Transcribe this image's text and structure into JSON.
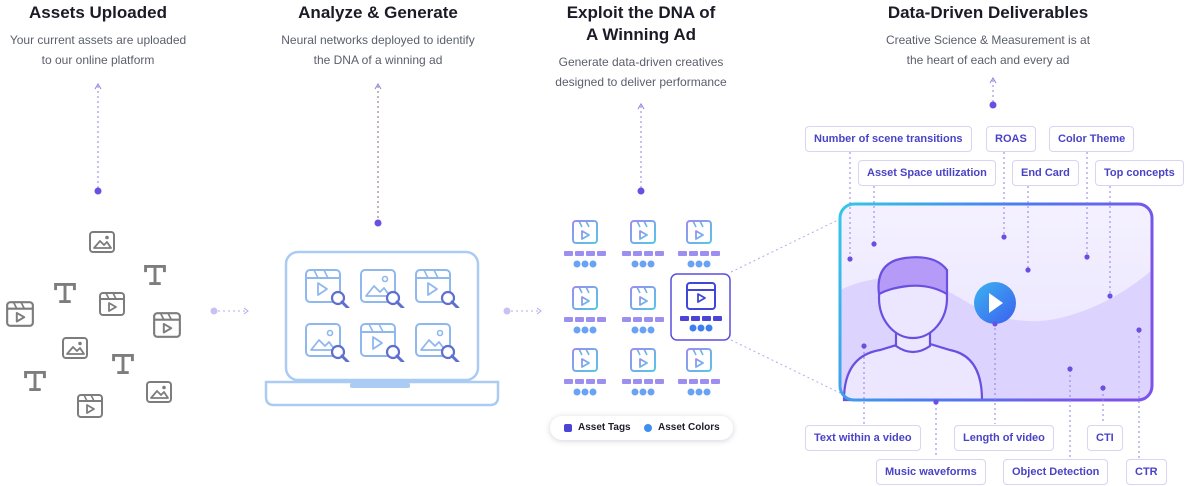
{
  "columns": [
    {
      "title": "Assets Uploaded",
      "subtitle_lines": [
        "Your current assets are uploaded",
        "to our online platform"
      ]
    },
    {
      "title": "Analyze & Generate",
      "subtitle_lines": [
        "Neural networks deployed to identify",
        "the DNA of a winning ad"
      ]
    },
    {
      "title_lines": [
        "Exploit the DNA of",
        "A Winning Ad"
      ],
      "subtitle_lines": [
        "Generate data-driven creatives",
        "designed to deliver performance"
      ]
    },
    {
      "title": "Data-Driven Deliverables",
      "subtitle_lines": [
        "Creative Science & Measurement is at",
        "the heart of each and every ad"
      ]
    }
  ],
  "legend": {
    "asset_tags": "Asset Tags",
    "asset_colors": "Asset Colors"
  },
  "metric_tags": {
    "scene_transitions": "Number of scene transitions",
    "roas": "ROAS",
    "color_theme": "Color Theme",
    "asset_space": "Asset Space utilization",
    "end_card": "End Card",
    "top_concepts": "Top concepts",
    "text_within_video": "Text within a video",
    "length_of_video": "Length of video",
    "cti": "CTI",
    "music_waveforms": "Music waveforms",
    "object_detection": "Object Detection",
    "ctr": "CTR"
  },
  "colors": {
    "accent": "#6a4fe0",
    "tag_text": "#4a43c6",
    "asset_gray": "#7d7d7d",
    "laptop_blue": "#9ec4f2",
    "play_blue": "#3b7ff0"
  }
}
